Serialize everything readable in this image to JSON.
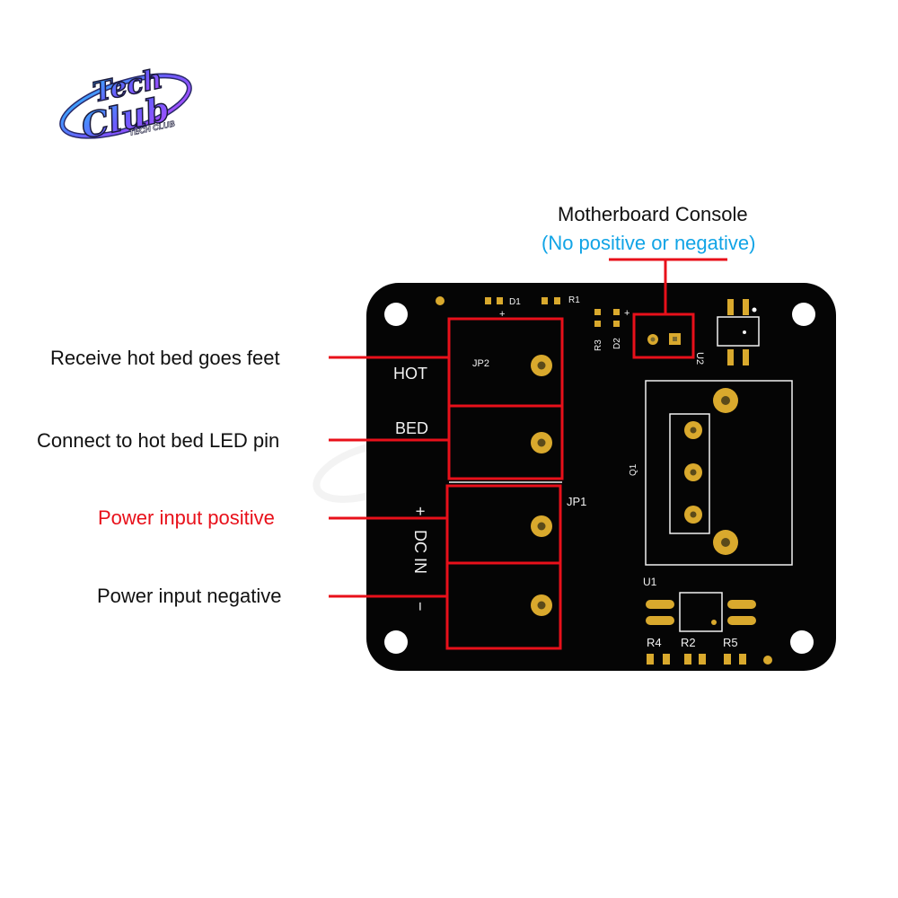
{
  "logo": {
    "wordmark_line1": "Tech",
    "wordmark_line2": "Club",
    "tagline": "TECH CLUB"
  },
  "callouts": {
    "motherboard_title": "Motherboard Console",
    "motherboard_note": "(No positive or negative)",
    "hot_bed_feet": "Receive hot bed goes feet",
    "hot_bed_led": "Connect to hot bed LED pin",
    "power_positive": "Power input positive",
    "power_negative": "Power input negative"
  },
  "board_silkscreen": {
    "hot": "HOT",
    "bed": "BED",
    "plus": "+",
    "dc_in": "DC IN",
    "minus": "−",
    "jp2": "JP2",
    "jp1": "JP1",
    "d1": "D1",
    "r1": "R1",
    "r3": "R3",
    "d2": "D2",
    "u2": "U2",
    "q1": "Q1",
    "u1": "U1",
    "r4": "R4",
    "r2": "R2",
    "r5": "R5",
    "d1_plus": "+",
    "d2_plus": "+"
  },
  "colors": {
    "board": "#050505",
    "pad_gold": "#d9a92d",
    "highlight_red": "#e8101a",
    "note_blue": "#11a4e6",
    "silk_white": "#f2f2f2"
  }
}
